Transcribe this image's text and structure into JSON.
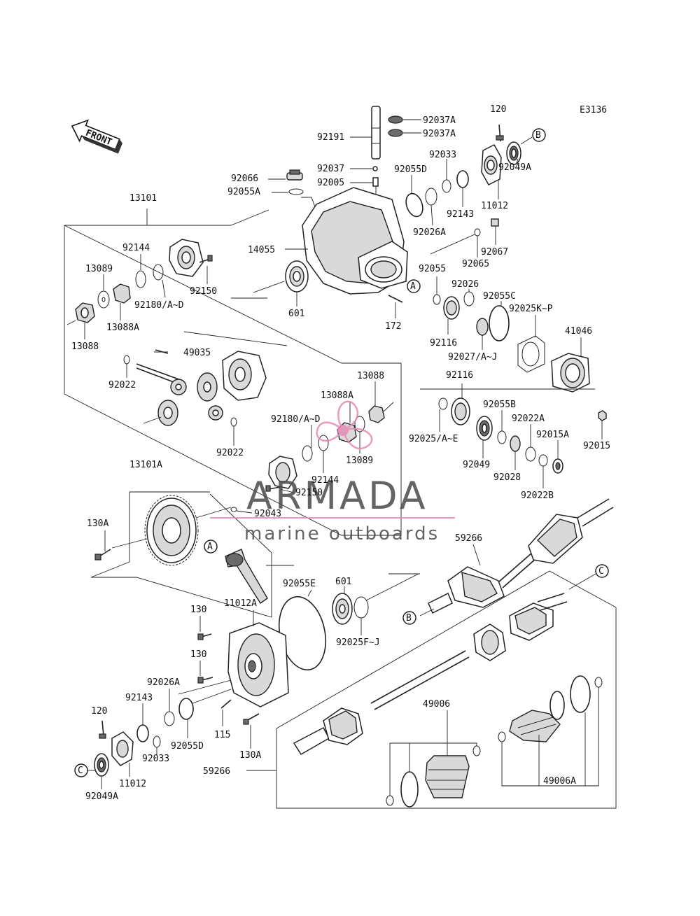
{
  "diagram_code": "E3136",
  "front_label": "FRONT",
  "watermark": {
    "title": "ARMADA",
    "subtitle": "marine outboards"
  },
  "callouts": {
    "a": "A",
    "b": "B",
    "c": "C"
  },
  "parts": {
    "p92037A_1": "92037A",
    "p92037A_2": "92037A",
    "p120_top": "120",
    "p92191": "92191",
    "p92033_top": "92033",
    "p92037": "92037",
    "p92066": "92066",
    "p92005": "92005",
    "p92055D_top": "92055D",
    "p92049A_top": "92049A",
    "p92055A": "92055A",
    "p92143_top": "92143",
    "p11012_top": "11012",
    "p13101": "13101",
    "p92026A_top": "92026A",
    "p92067": "92067",
    "p14055": "14055",
    "p92065": "92065",
    "p92144_top": "92144",
    "p13089_left": "13089",
    "p92150_top": "92150",
    "p92180_top": "92180/A~D",
    "p601_top": "601",
    "p92055": "92055",
    "p92026": "92026",
    "p172": "172",
    "p92055C": "92055C",
    "p13088A_left": "13088A",
    "p92025K": "92025K~P",
    "p13088_left": "13088",
    "p92116_a": "92116",
    "p41046": "41046",
    "p49035": "49035",
    "p92027": "92027/A~J",
    "p92022_a": "92022",
    "p13088_mid": "13088",
    "p92116_b": "92116",
    "p13088A_mid": "13088A",
    "p92055B": "92055B",
    "p92180_mid": "92180/A~D",
    "p92022A": "92022A",
    "p92025AE": "92025/A~E",
    "p92015A": "92015A",
    "p92022_b": "92022",
    "p13089_mid": "13089",
    "p92015": "92015",
    "p92049": "92049",
    "p92144_mid": "92144",
    "p92028": "92028",
    "p13101A": "13101A",
    "p92150_mid": "92150",
    "p92022B": "92022B",
    "p92043": "92043",
    "p130A_top": "130A",
    "p59266_top": "59266",
    "p92055E": "92055E",
    "p601_bottom": "601",
    "p11012A": "11012A",
    "p130_a": "130",
    "p92025FJ": "92025F~J",
    "p130_b": "130",
    "p92026A_bottom": "92026A",
    "p49006": "49006",
    "p92143_bottom": "92143",
    "p120_bottom": "120",
    "p115": "115",
    "p92033_bottom": "92033",
    "p92055D_bottom": "92055D",
    "p130A_bottom": "130A",
    "p59266_bottom": "59266",
    "p49006A": "49006A",
    "p11012_bottom": "11012",
    "p92049A_bottom": "92049A"
  }
}
